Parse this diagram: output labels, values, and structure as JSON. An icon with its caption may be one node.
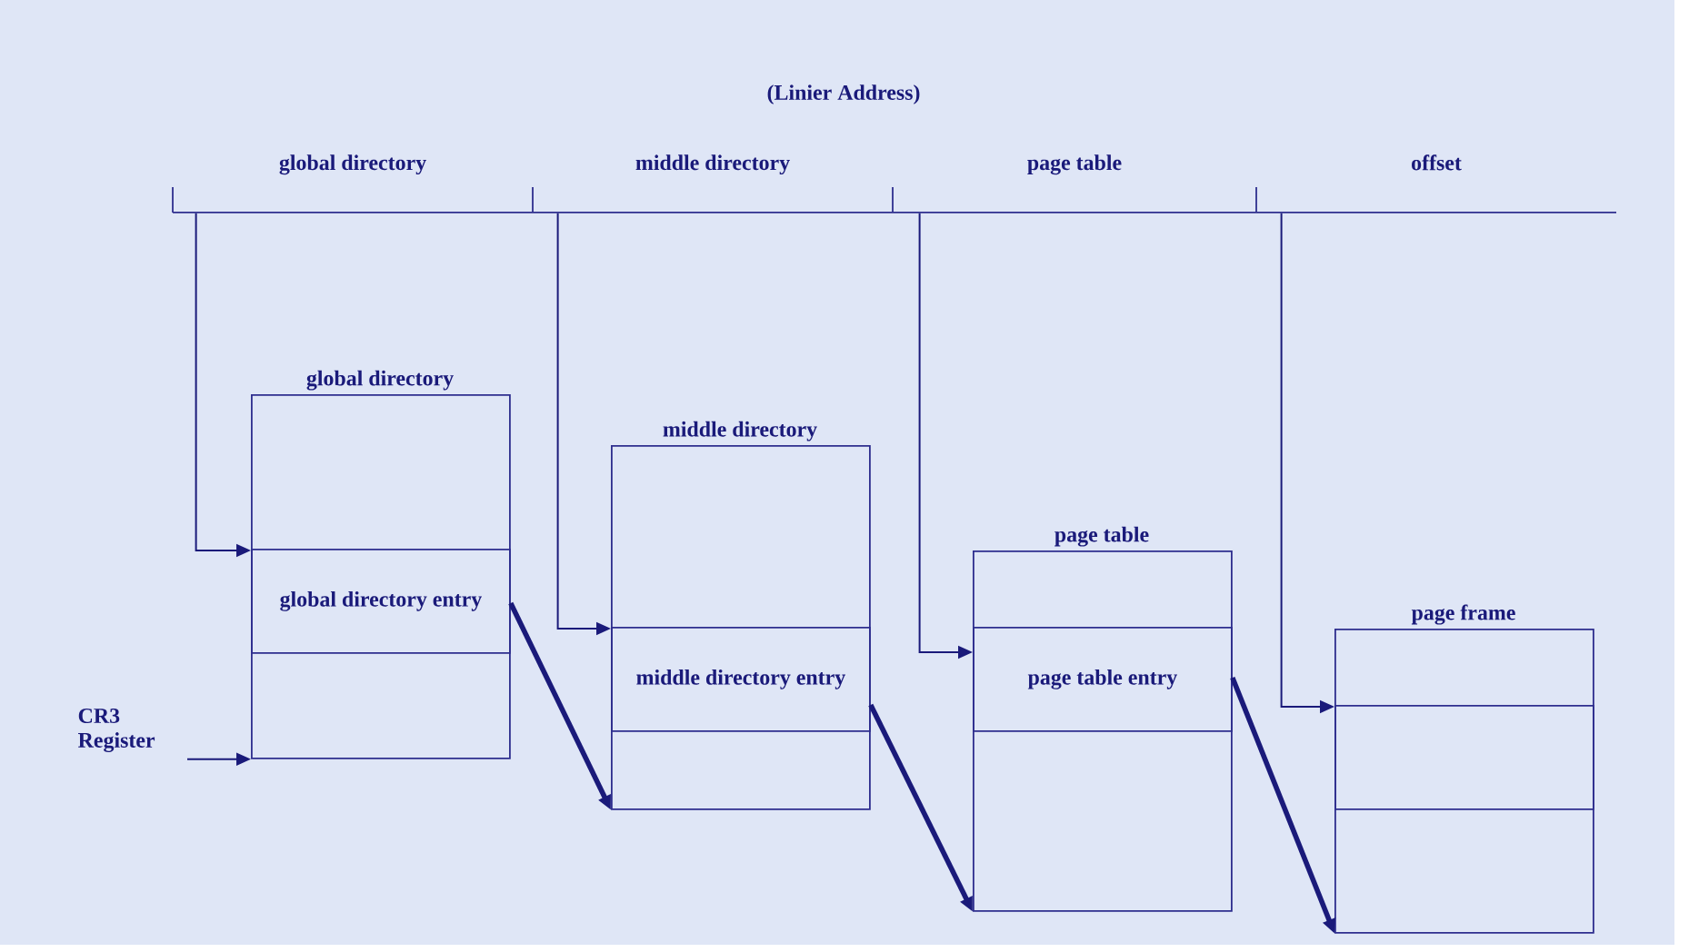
{
  "diagram": {
    "title": "(Linier Address)",
    "nodes": [
      {
        "text": [
          "global directory"
        ]
      },
      {
        "text": [
          "middle directory"
        ]
      },
      {
        "text": [
          "page table"
        ]
      },
      {
        "text": [
          "offset"
        ]
      },
      {
        "text": [
          "global directory"
        ]
      },
      {
        "text": [
          "global directory entry"
        ],
        "in": 4
      },
      {
        "text": [
          "middle directory"
        ]
      },
      {
        "text": [
          "middle directory entry"
        ],
        "in": 6
      },
      {
        "text": [
          "page table"
        ]
      },
      {
        "text": [
          "page table entry"
        ],
        "in": 8
      },
      {
        "text": [
          "page frame"
        ]
      },
      {
        "text": [],
        "shape": "box",
        "in": 10
      },
      {
        "text": [
          "CR3 Register"
        ]
      }
    ],
    "edges": [
      {
        "from": 12,
        "to": 4,
        "arrow": "to"
      },
      {
        "from": 0,
        "to": 5,
        "arrow": "to"
      },
      {
        "from": 5,
        "to": 6,
        "arrow": "to",
        "style": "thick"
      },
      {
        "from": 1,
        "to": 7,
        "arrow": "to"
      },
      {
        "from": 7,
        "to": 8,
        "arrow": "to",
        "style": "thick"
      },
      {
        "from": 2,
        "to": 9,
        "arrow": "to"
      },
      {
        "from": 9,
        "to": 10,
        "arrow": "to",
        "style": "thick"
      },
      {
        "from": 3,
        "to": 11,
        "arrow": "to"
      }
    ]
  }
}
